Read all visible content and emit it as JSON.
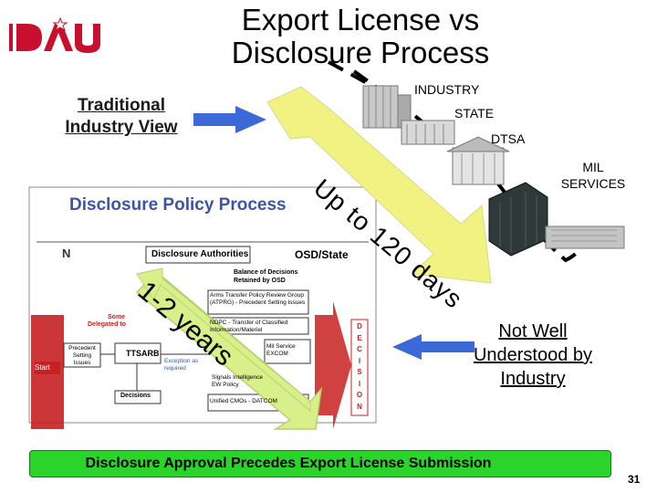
{
  "title": "Export License vs\nDisclosure Process",
  "logo_text": "DAU",
  "traditional_view": "Traditional Industry View",
  "labels": {
    "industry": "INDUSTRY",
    "state": "STATE",
    "dtsa": "DTSA",
    "mil_services": "MIL SERVICES"
  },
  "up_to": "Up to 120 days",
  "years": "1-2 years",
  "not_well": "Not Well Understood by Industry",
  "footer": "Disclosure Approval Precedes Export License Submission",
  "page_number": "31",
  "flowchart": {
    "title": "Disclosure Policy Process",
    "ni": "N",
    "authorities": "Disclosure Authorities",
    "osd_state": "OSD/State",
    "balance": "Balance of Decisions Retained by OSD",
    "atprg": "Arms Transfer Policy Review Group (ATPRG) - Precedent Setting Issues",
    "nspg": "NDPC - Transfer of Classified Information/Materiel",
    "excom": "Mil Service EXCOM",
    "signals": "Signals Intelligence EW Policy",
    "cmo": "Unified CMOs - DATCOM",
    "some": "Some",
    "delegated": "Delegated to",
    "start": "Start",
    "precedent": "Precedent Setting Issues",
    "ttsarb": "TTSARB",
    "exception": "Exception as required",
    "decisions": "Decisions",
    "decision_letters": [
      "D",
      "E",
      "C",
      "I",
      "S",
      "I",
      "O",
      "N"
    ]
  },
  "colors": {
    "yellow_arrow": "#f2f283",
    "green_arrow": "#d8f08a",
    "blue_arrow": "#3b6ad8",
    "footer_green": "#2bd42b",
    "logo_red": "#c8102e",
    "title_blue": "#3a55a8"
  }
}
